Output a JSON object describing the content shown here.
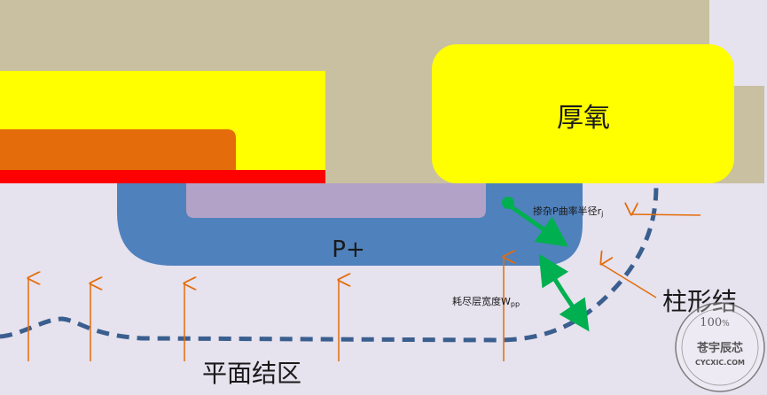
{
  "labels": {
    "thick_oxide": "厚氧",
    "p_plus": "P+",
    "curvature_radius": "掺杂P曲率半径r",
    "curvature_sub": "j",
    "depletion_width": "耗尽层宽度W",
    "depletion_sub": "pp",
    "cylindrical_junction": "柱形结",
    "planar_junction": "平面结区"
  },
  "watermark": {
    "line1": "100",
    "symbol": "%",
    "line2": "苍宇辰芯",
    "line3": "CYCXIC.COM"
  },
  "colors": {
    "substrate": "#e6e2ee",
    "oxide": "#c8c0a0",
    "yellow": "#ffff00",
    "orange": "#e46c0a",
    "red": "#ff0000",
    "p_plus": "#4f81bd",
    "p_inner": "#b3a2c7",
    "junction_dash": "#3a5f8f",
    "field_arrow": "#e46c0a",
    "green_arrow": "#00b050"
  }
}
